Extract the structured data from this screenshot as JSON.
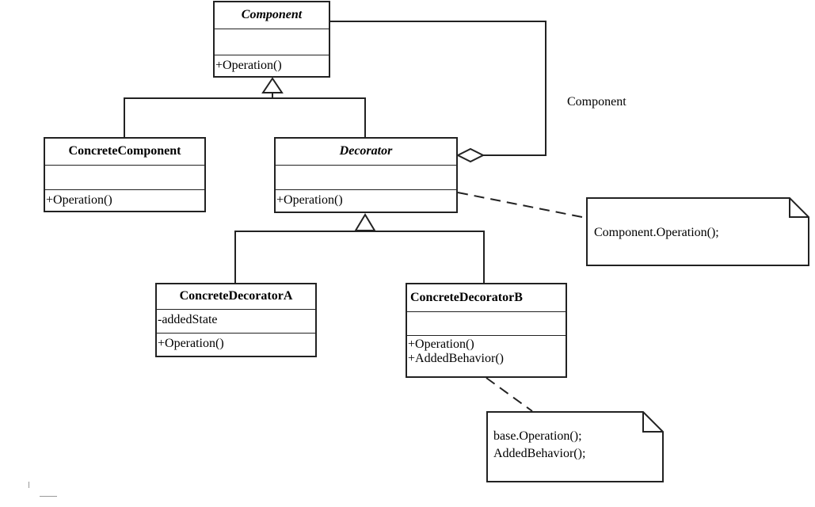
{
  "classes": {
    "component": {
      "name": "Component",
      "abstract": true,
      "attributes": [],
      "operations": [
        "+Operation()"
      ]
    },
    "concrete_component": {
      "name": "ConcreteComponent",
      "abstract": false,
      "attributes": [],
      "operations": [
        "+Operation()"
      ]
    },
    "decorator": {
      "name": "Decorator",
      "abstract": true,
      "attributes": [],
      "operations": [
        "+Operation()"
      ]
    },
    "concrete_decorator_a": {
      "name": "ConcreteDecoratorA",
      "abstract": false,
      "attributes": [
        "-addedState"
      ],
      "operations": [
        "+Operation()"
      ]
    },
    "concrete_decorator_b": {
      "name": "ConcreteDecoratorB",
      "abstract": false,
      "attributes": [],
      "operations": [
        "+Operation()",
        "+AddedBehavior()"
      ]
    }
  },
  "relationships": {
    "generalizations": [
      {
        "parent": "Component",
        "children": [
          "ConcreteComponent",
          "Decorator"
        ]
      },
      {
        "parent": "Decorator",
        "children": [
          "ConcreteDecoratorA",
          "ConcreteDecoratorB"
        ]
      }
    ],
    "aggregation": {
      "whole": "Decorator",
      "part": "Component",
      "label": "Component"
    }
  },
  "notes": {
    "decorator_note": {
      "attached_to": "Decorator",
      "lines": [
        "Component.Operation();"
      ]
    },
    "decorator_b_note": {
      "attached_to": "ConcreteDecoratorB",
      "lines": [
        "base.Operation();",
        "AddedBehavior();"
      ]
    }
  }
}
